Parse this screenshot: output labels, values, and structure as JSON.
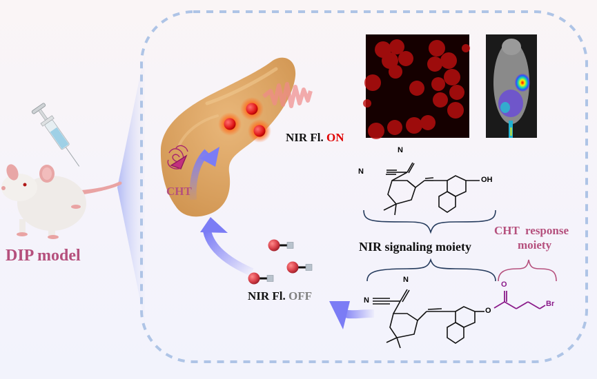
{
  "model_label": "DIP model",
  "enzyme_label": "CHT",
  "on_state": {
    "prefix": "NIR Fl. ",
    "state": "ON",
    "state_color": "#e00000"
  },
  "off_state": {
    "prefix": "NIR Fl. ",
    "state": "OFF",
    "state_color": "#808080"
  },
  "signaling_label": "NIR signaling moiety",
  "response_label_line1": "CHT  response",
  "response_label_line2": "moiety",
  "chem_labels": {
    "n": "N",
    "oh": "OH",
    "o": "O",
    "br": "Br"
  },
  "colors": {
    "accent_pink": "#b5507d",
    "dash_border": "#aec4e6",
    "brace_dark": "#243a5c",
    "brace_pink": "#b5507d",
    "arrow_blue": "#7b7cf5",
    "pancreas": "#dca463",
    "probe_red": "#d8404a",
    "linker_purple": "#8a1a8a"
  }
}
